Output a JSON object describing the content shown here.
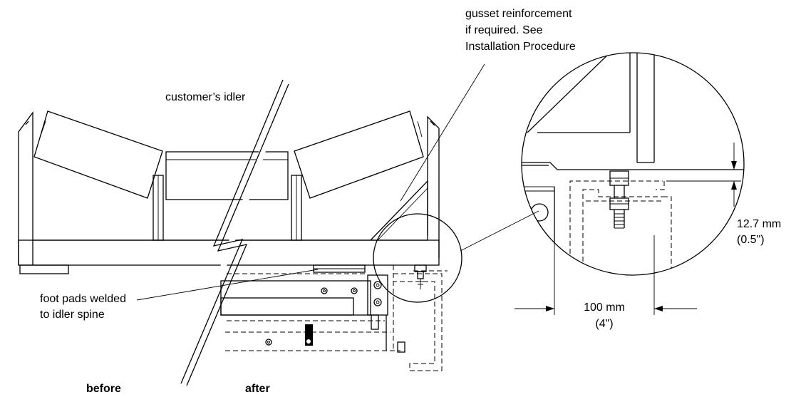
{
  "labels": {
    "gusset_line1": "gusset reinforcement",
    "gusset_line2": "if required. See",
    "gusset_line3": "Installation Procedure",
    "customers_idler": "customer’s idler",
    "foot_pads_line1": "foot pads welded",
    "foot_pads_line2": "to idler spine",
    "before": "before",
    "after": "after",
    "dim_gap_value": "12.7 mm",
    "dim_gap_imperial": "(0.5\")",
    "dim_offset_value": "100 mm",
    "dim_offset_imperial": "(4\")"
  }
}
